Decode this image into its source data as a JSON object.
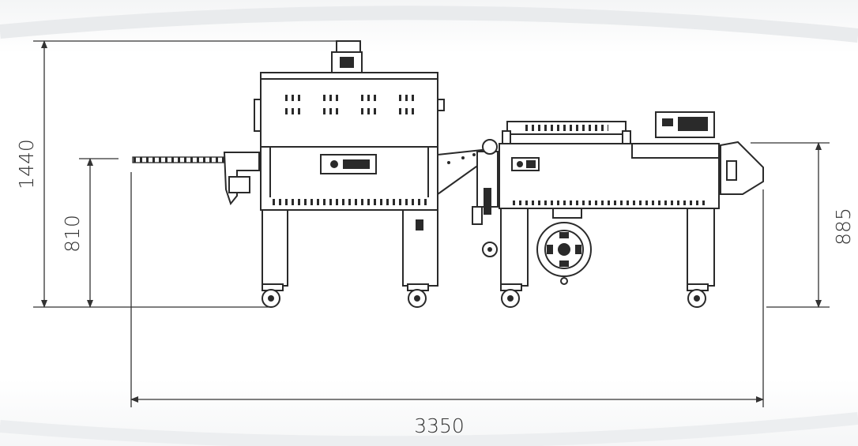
{
  "dimensions": {
    "total_height": "1440",
    "infeed_height": "810",
    "outfeed_height": "885",
    "total_length": "3350"
  },
  "colors": {
    "line": "#2a2a2a",
    "text": "#333333",
    "background": "#ffffff"
  }
}
